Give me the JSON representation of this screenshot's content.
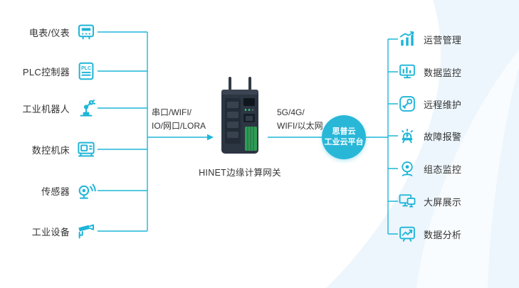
{
  "colors": {
    "accent": "#1fb5d8",
    "text": "#333333",
    "cloud_bg": "#29b7d8",
    "swoosh": "#edf6fc",
    "device_body": "#2c3542",
    "terminal_green": "#2f9e57"
  },
  "left_devices": [
    {
      "label": "电表/仪表",
      "icon": "electric-meter-icon"
    },
    {
      "label": "PLC控制器",
      "icon": "plc-controller-icon",
      "icon_text": "PLC"
    },
    {
      "label": "工业机器人",
      "icon": "industrial-robot-icon"
    },
    {
      "label": "数控机床",
      "icon": "cnc-machine-icon"
    },
    {
      "label": "传感器",
      "icon": "sensor-icon"
    },
    {
      "label": "工业设备",
      "icon": "industrial-camera-icon"
    }
  ],
  "links": {
    "left_line1": "串口/WIFI/",
    "left_line2": "IO/网口/LORA",
    "right_line1": "5G/4G/",
    "right_line2": "WIFI/以太网"
  },
  "gateway": {
    "label": "HINET边缘计算网关"
  },
  "cloud": {
    "line1": "思普云",
    "line2": "工业云平台"
  },
  "right_functions": [
    {
      "label": "运营管理",
      "icon": "operations-chart-icon"
    },
    {
      "label": "数据监控",
      "icon": "data-monitor-icon"
    },
    {
      "label": "远程维护",
      "icon": "remote-maintenance-icon"
    },
    {
      "label": "故障报警",
      "icon": "fault-alarm-icon"
    },
    {
      "label": "组态监控",
      "icon": "scada-monitor-icon"
    },
    {
      "label": "大屏展示",
      "icon": "big-screen-icon"
    },
    {
      "label": "数据分析",
      "icon": "data-analysis-icon"
    }
  ]
}
